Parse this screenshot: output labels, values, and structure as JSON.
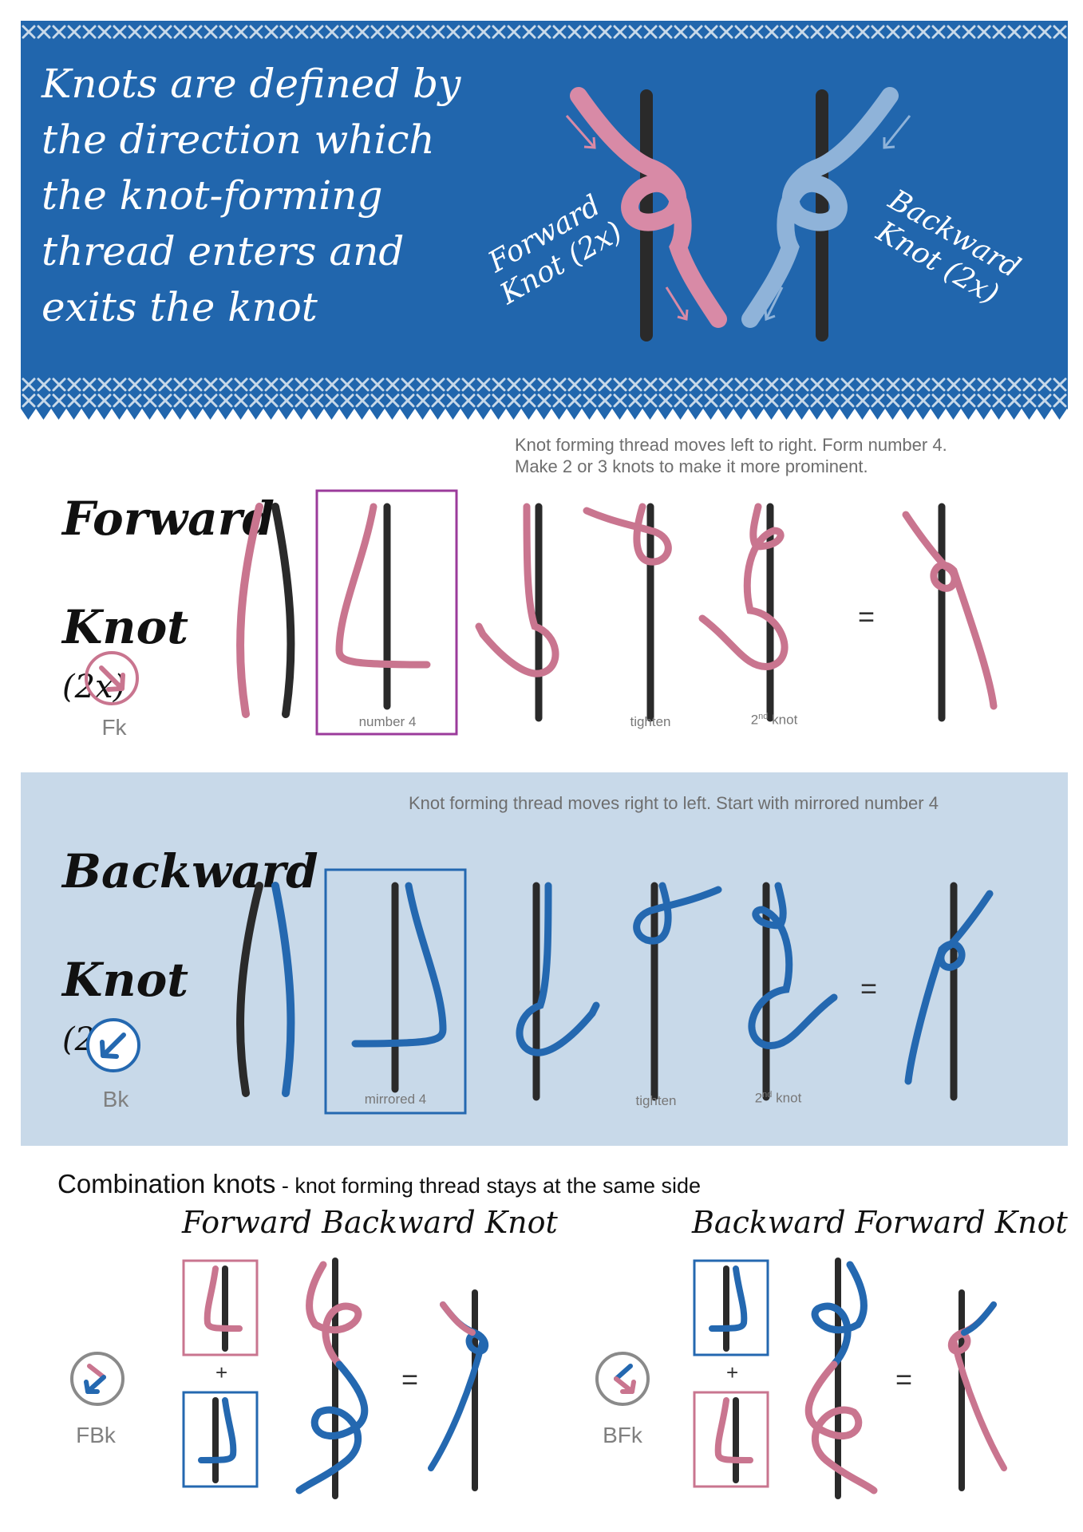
{
  "header": {
    "headline": "Knots are defined by\nthe direction which\nthe knot-forming\nthread enters and\nexits the knot",
    "forward_label": "Forward\nKnot (2x)",
    "backward_label": "Backward\nKnot (2x)"
  },
  "forward": {
    "title_line1": "Forward",
    "title_line2": "Knot",
    "title_suffix": "(2x)",
    "description": "Knot forming thread moves left to right. Form number 4.\nMake 2 or 3 knots to make it more prominent.",
    "abbr": "Fk",
    "captions": {
      "step2": "number 4",
      "step4": "tighten",
      "step5_num": "2",
      "step5_sup": "nd",
      "step5_word": "knot"
    },
    "equals": "="
  },
  "backward": {
    "title_line1": "Backward",
    "title_line2": "Knot",
    "title_suffix": "(2x)",
    "description": "Knot forming thread moves right to left. Start with mirrored number 4",
    "abbr": "Bk",
    "captions": {
      "step2": "mirrored 4",
      "step4": "tighten",
      "step5_num": "2",
      "step5_sup": "nd",
      "step5_word": "knot"
    },
    "equals": "="
  },
  "combination": {
    "heading": "Combination knots",
    "subheading": " - knot forming thread stays at the same side",
    "fbk": {
      "title": "Forward Backward Knot",
      "abbr": "FBk",
      "plus": "+",
      "equals": "="
    },
    "bfk": {
      "title": "Backward Forward Knot",
      "abbr": "BFk",
      "plus": "+",
      "equals": "="
    }
  },
  "colors": {
    "banner_blue": "#2166ad",
    "panel_light_blue": "#c8d9e9",
    "pink": "#c9758f",
    "pink_light": "#d88aa6",
    "blue": "#2468b0",
    "blue_light": "#8fb3d9",
    "core_black": "#2a2a2a",
    "frame_purple": "#9b3b9b"
  },
  "icons": [
    "forward-arrow-icon",
    "backward-arrow-icon",
    "forward-backward-icon",
    "backward-forward-icon"
  ]
}
